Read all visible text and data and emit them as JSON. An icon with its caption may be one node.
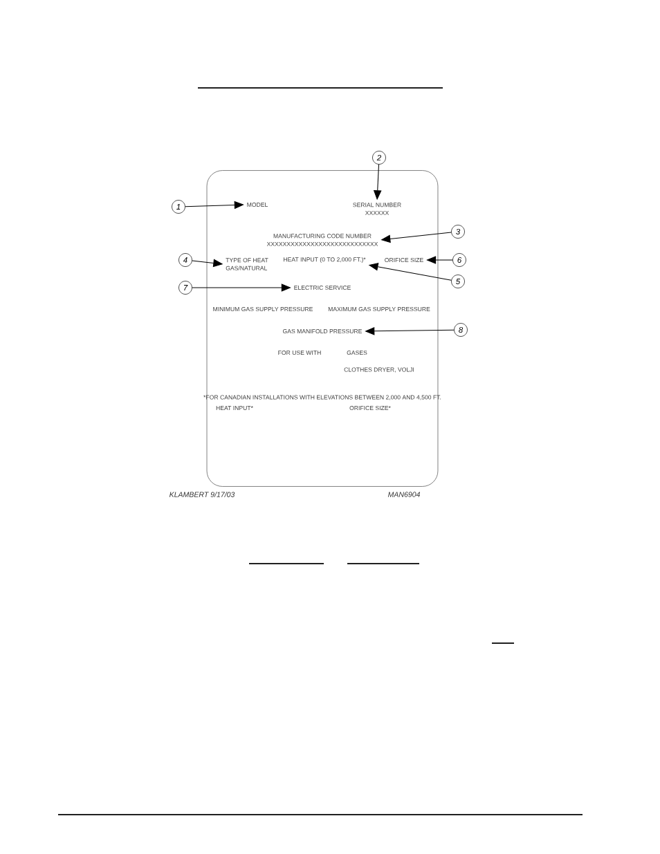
{
  "diagram": {
    "nodes": [
      {
        "text": [],
        "shape": "box"
      },
      {
        "text": [
          "1"
        ]
      },
      {
        "text": [
          "2"
        ]
      },
      {
        "text": [
          "3"
        ]
      },
      {
        "text": [
          "4"
        ]
      },
      {
        "text": [
          "5"
        ]
      },
      {
        "text": [
          "6"
        ]
      },
      {
        "text": [
          "7"
        ]
      },
      {
        "text": [
          "8"
        ]
      },
      {
        "text": [
          "MODEL"
        ],
        "in": 0
      },
      {
        "text": [
          "SERIAL NUMBER",
          "XXXXXX"
        ],
        "in": 0
      },
      {
        "text": [
          "MANUFACTURING CODE NUMBER",
          "XXXXXXXXXXXXXXXXXXXXXXXXXXXX"
        ],
        "in": 0
      },
      {
        "text": [
          "TYPE OF HEAT",
          "GAS/NATURAL"
        ],
        "in": 0
      },
      {
        "text": [
          "HEAT INPUT (0 TO 2,000 FT.)*"
        ],
        "in": 0
      },
      {
        "text": [
          "ORIFICE SIZE"
        ],
        "in": 0
      },
      {
        "text": [
          "ELECTRIC SERVICE"
        ],
        "in": 0
      },
      {
        "text": [
          "GAS MANIFOLD PRESSURE"
        ],
        "in": 0
      }
    ],
    "edges": [
      {
        "from": 1,
        "to": 9,
        "arrow": "to"
      },
      {
        "from": 2,
        "to": 10,
        "arrow": "to"
      },
      {
        "from": 3,
        "to": 11,
        "arrow": "to"
      },
      {
        "from": 4,
        "to": 12,
        "arrow": "to"
      },
      {
        "from": 5,
        "to": 13,
        "arrow": "to"
      },
      {
        "from": 6,
        "to": 14,
        "arrow": "to"
      },
      {
        "from": 7,
        "to": 15,
        "arrow": "to"
      },
      {
        "from": 8,
        "to": 16,
        "arrow": "to"
      }
    ],
    "labels": [
      "MINIMUM GAS SUPPLY PRESSURE",
      "MAXIMUM GAS SUPPLY PRESSURE",
      "FOR USE WITH",
      "GASES",
      "CLOTHES DRYER, VOLJI",
      "*FOR CANADIAN INSTALLATIONS WITH ELEVATIONS BETWEEN 2,000 AND 4,500 FT.",
      "HEAT INPUT*",
      "ORIFICE SIZE*",
      "KLAMBERT 9/17/03",
      "MAN6904"
    ]
  }
}
